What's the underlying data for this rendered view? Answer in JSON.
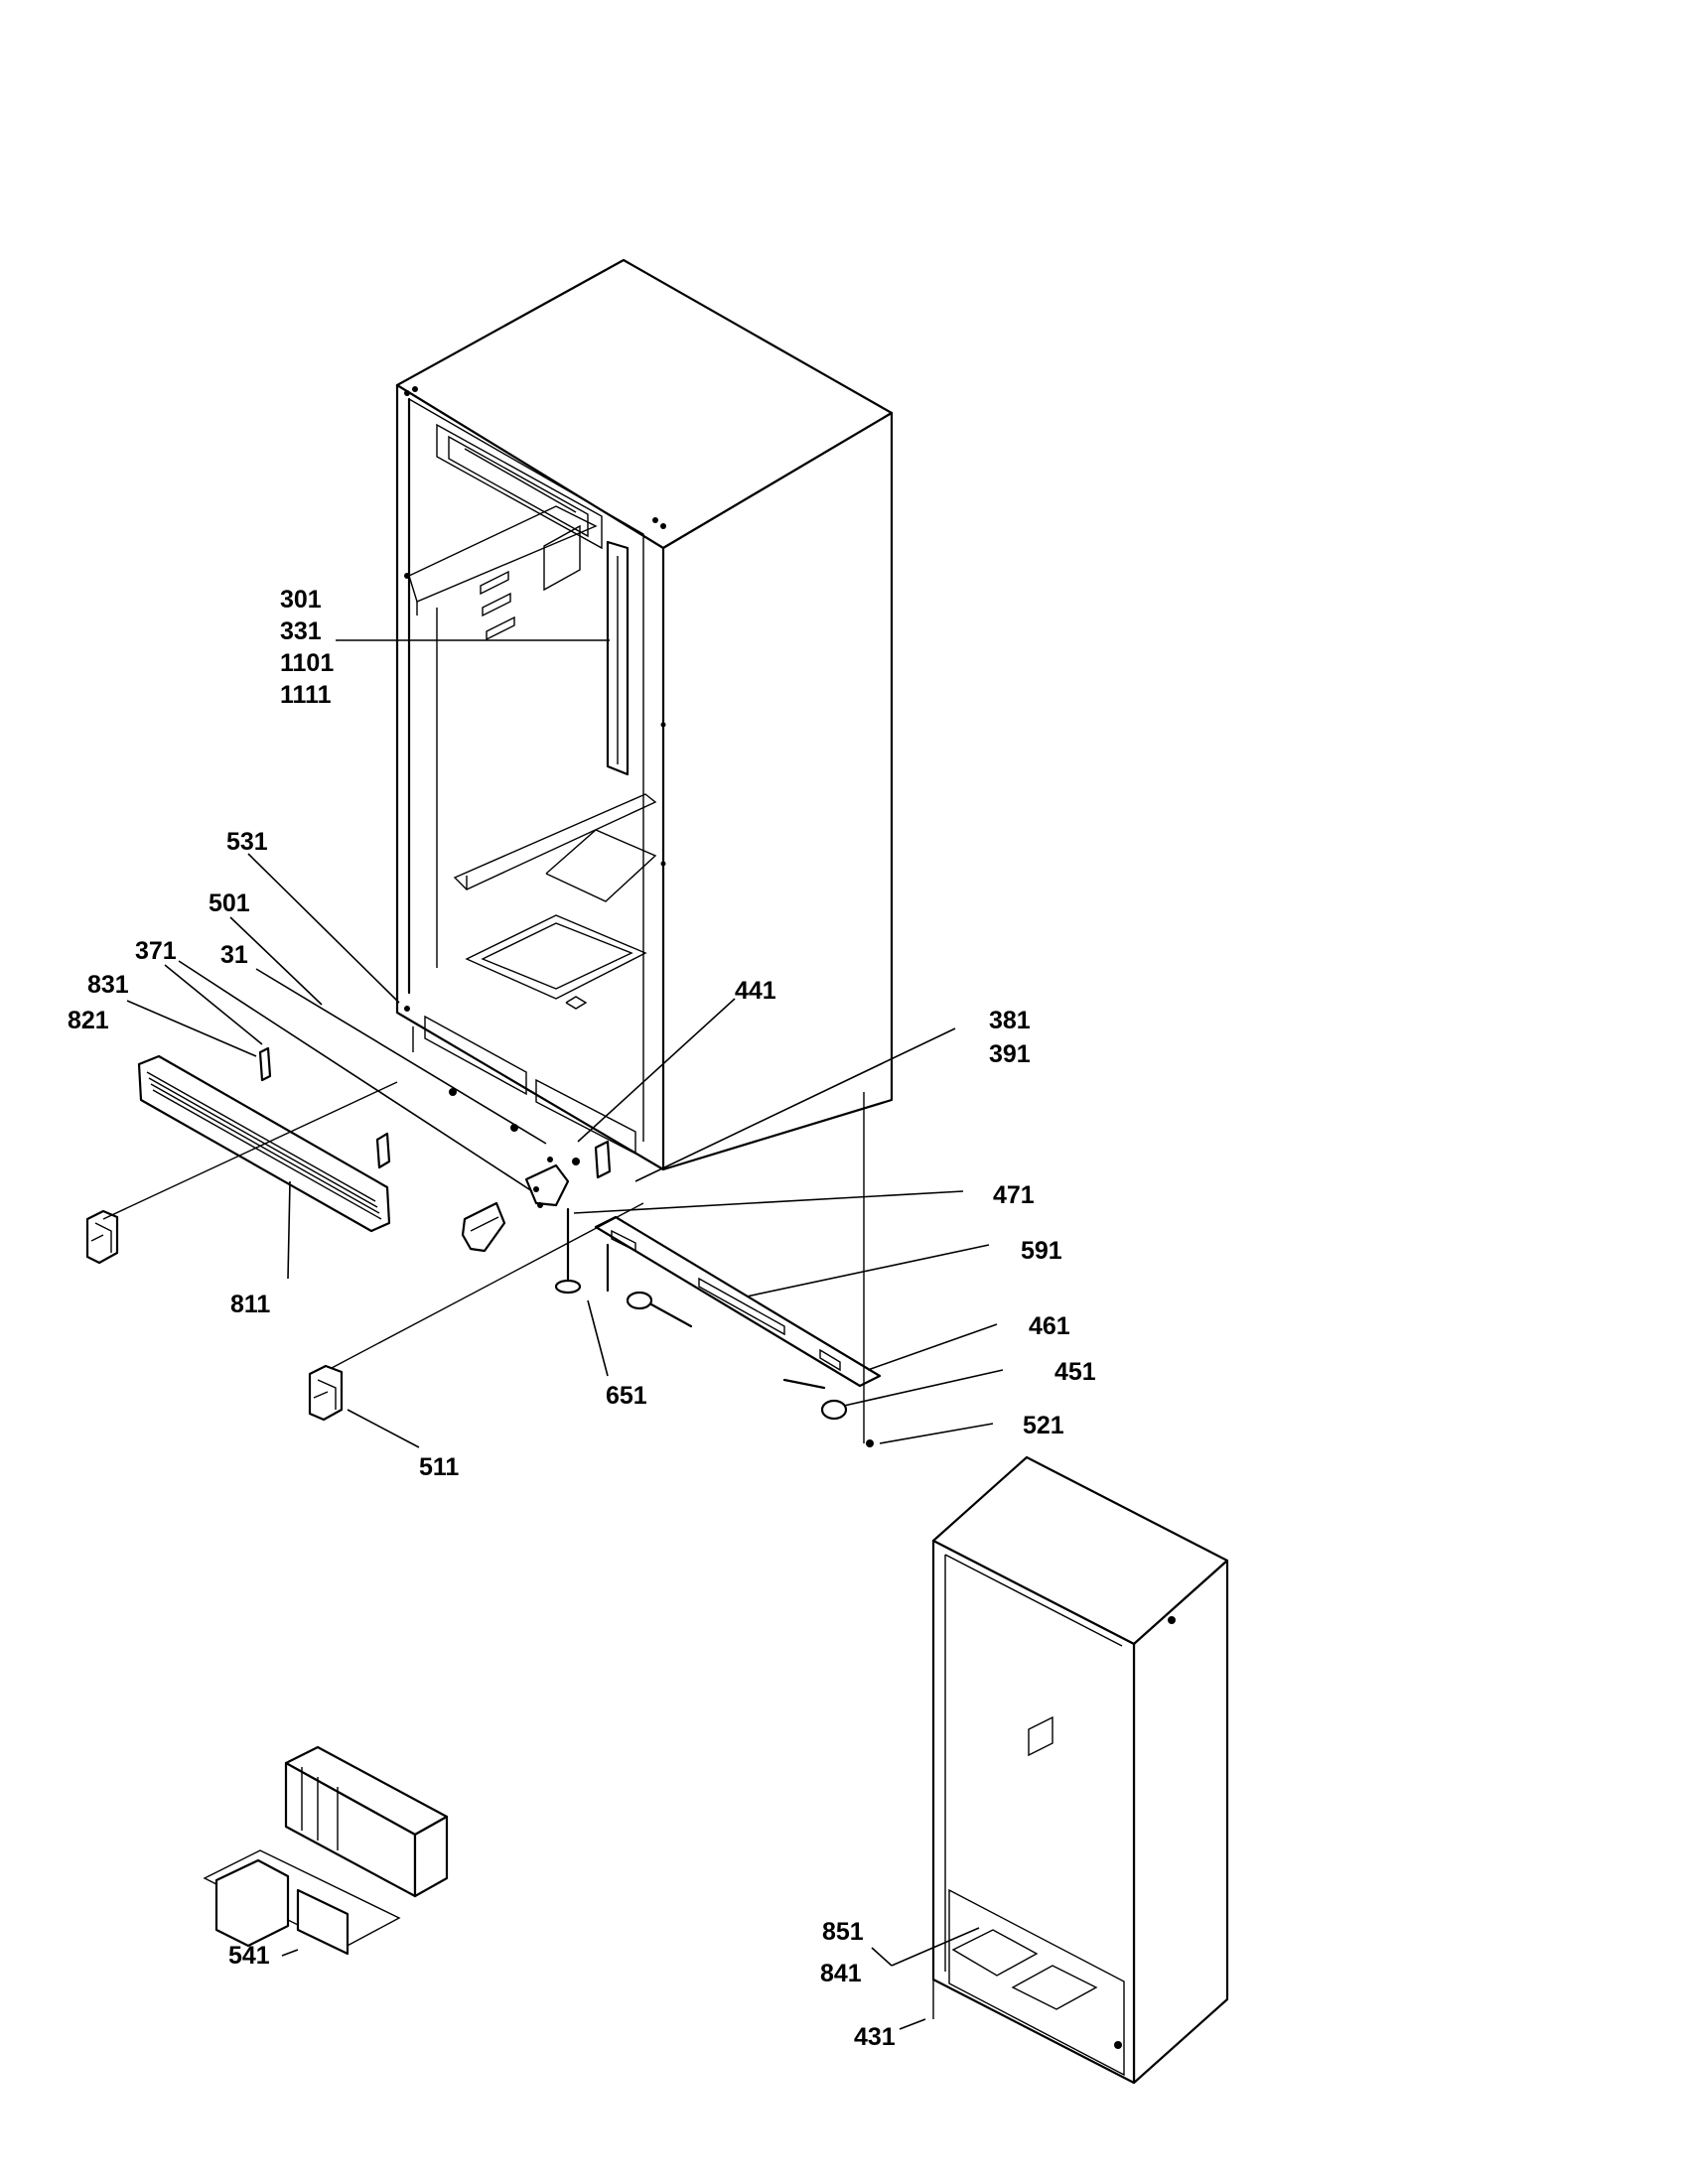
{
  "colors": {
    "line": "#000000",
    "background": "#ffffff"
  },
  "labels": {
    "p301": "301",
    "p331": "331",
    "p1101": "1101",
    "p1111": "1111",
    "p531": "531",
    "p501": "501",
    "p371": "371",
    "p31": "31",
    "p831": "831",
    "p821": "821",
    "p811": "811",
    "p441": "441",
    "p381": "381",
    "p391": "391",
    "p471": "471",
    "p591": "591",
    "p461": "461",
    "p451": "451",
    "p521": "521",
    "p651": "651",
    "p511": "511",
    "p541": "541",
    "p851": "851",
    "p841": "841",
    "p431": "431"
  }
}
